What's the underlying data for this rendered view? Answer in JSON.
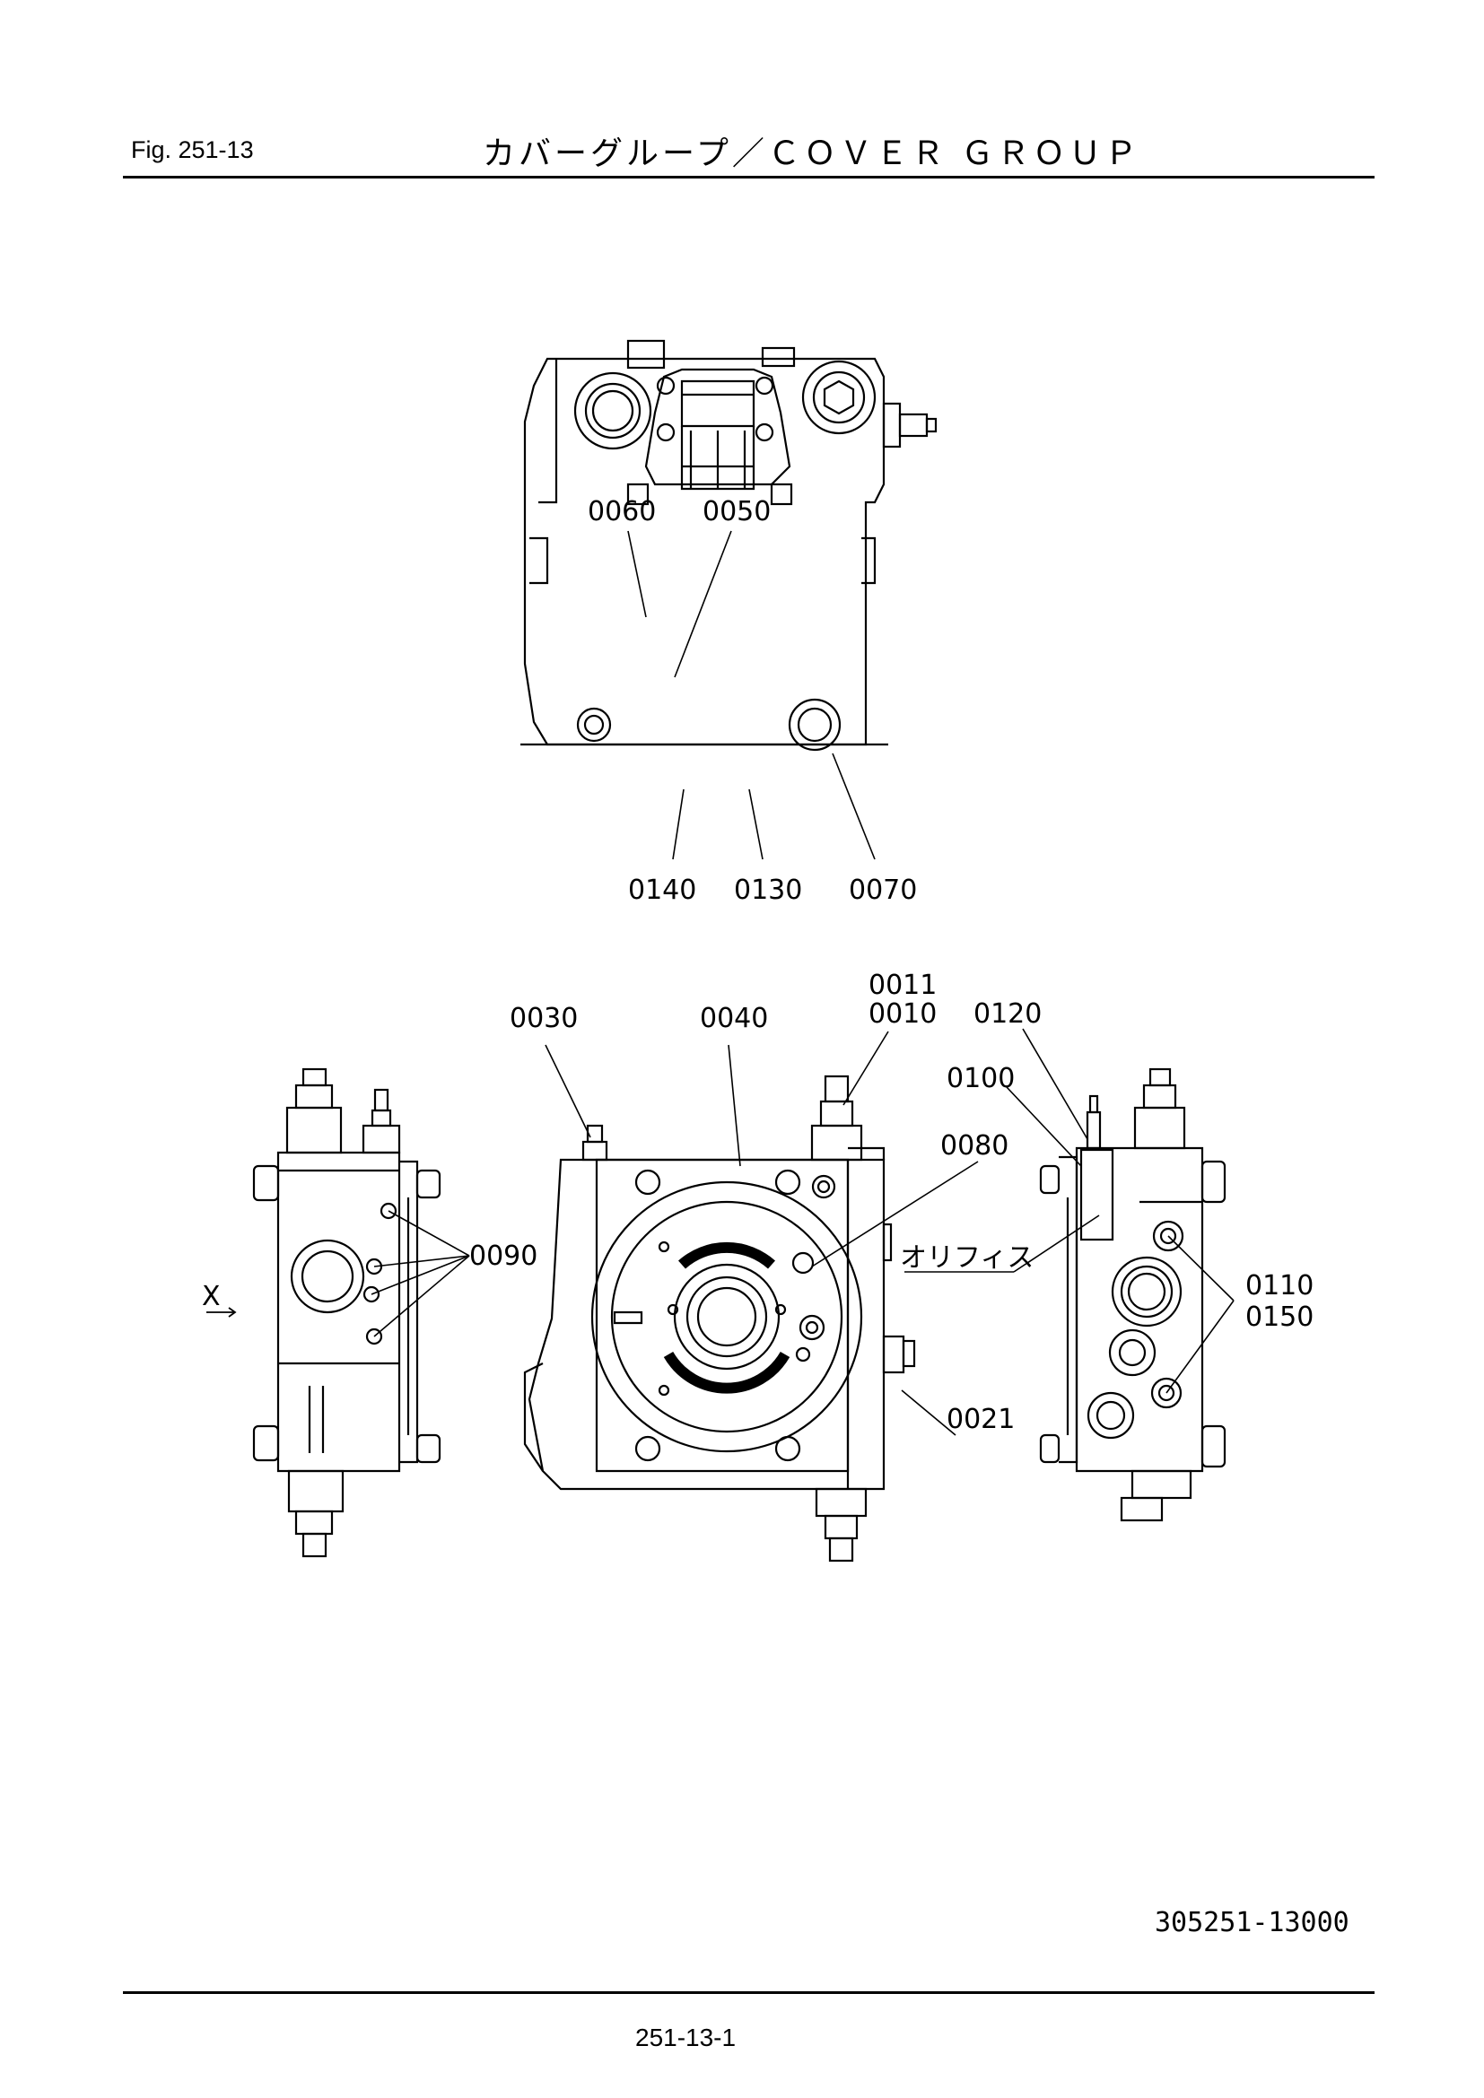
{
  "header": {
    "figure_label": "Fig.  251-13",
    "title": "カバーグループ／ＣＯＶＥＲ ＧＲＯＵＰ"
  },
  "callouts": {
    "c0060": "0060",
    "c0050": "0050",
    "c0140": "0140",
    "c0130": "0130",
    "c0070": "0070",
    "c0030": "0030",
    "c0040": "0040",
    "c0011": "0011",
    "c0010": "0010",
    "c0120": "0120",
    "c0100": "0100",
    "c0080": "0080",
    "c0090": "0090",
    "c0110": "0110",
    "c0150": "0150",
    "c0021": "0021",
    "orifice": "オリフィス",
    "view_x": "X"
  },
  "footer": {
    "drawing_number": "305251-13000",
    "page_number": "251-13-1"
  }
}
